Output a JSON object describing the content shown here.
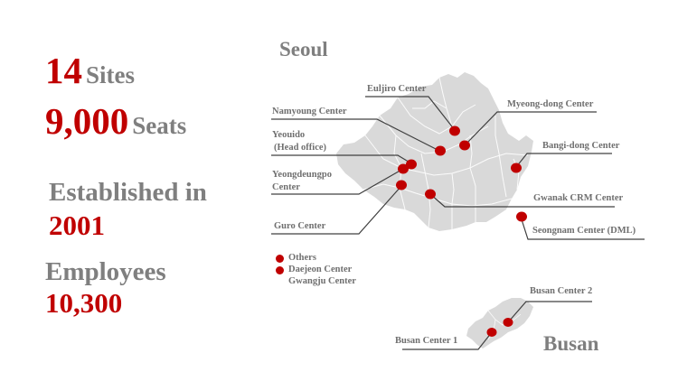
{
  "stats": {
    "sites_value": "14",
    "sites_label": "Sites",
    "seats_value": "9,000",
    "seats_label": "Seats",
    "established_label": "Established in",
    "established_value": "2001",
    "employees_label": "Employees",
    "employees_value": "10,300"
  },
  "colors": {
    "accent": "#c00000",
    "text_gray": "#7f7f7f",
    "map_fill": "#d9d9d9",
    "leader_line": "#404040"
  },
  "seoul": {
    "title": "Seoul",
    "sites": [
      {
        "id": "euljiro",
        "label": "Euljiro Center"
      },
      {
        "id": "myeongdong",
        "label": "Myeong-dong Center"
      },
      {
        "id": "namyoung",
        "label": "Namyoung Center"
      },
      {
        "id": "yeouido",
        "label_line1": "Yeouido",
        "label_line2": "(Head office)"
      },
      {
        "id": "bangidong",
        "label": "Bangi-dong Center"
      },
      {
        "id": "yeongdeungpo",
        "label_line1": "Yeongdeungpo",
        "label_line2": "Center"
      },
      {
        "id": "gwanak",
        "label": "Gwanak CRM Center"
      },
      {
        "id": "seongnam",
        "label": "Seongnam  Center (DML)"
      },
      {
        "id": "guro",
        "label": "Guro Center"
      }
    ]
  },
  "legend": {
    "items": [
      {
        "label": "Others"
      },
      {
        "label": "Daejeon Center",
        "sub": "Gwangju Center"
      }
    ]
  },
  "busan": {
    "title": "Busan",
    "sites": [
      {
        "id": "busan2",
        "label": "Busan Center 2"
      },
      {
        "id": "busan1",
        "label": "Busan Center 1"
      }
    ]
  }
}
